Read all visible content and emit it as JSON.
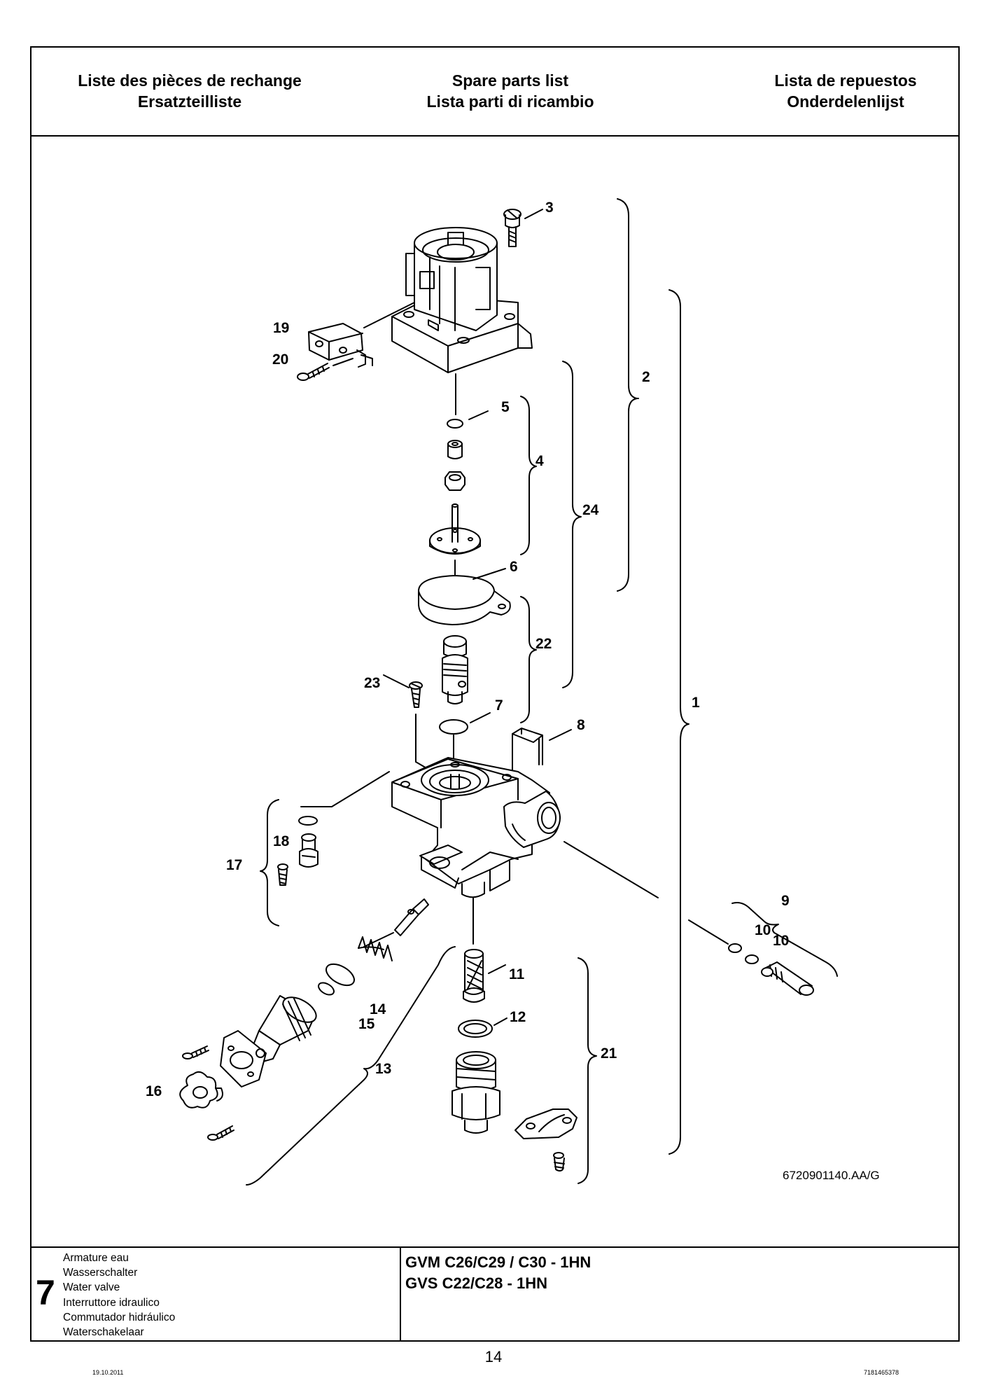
{
  "header": {
    "col1": [
      "Liste des pièces de rechange",
      "Ersatzteilliste"
    ],
    "col2": [
      "Spare parts list",
      "Lista parti di ricambio"
    ],
    "col3": [
      "Lista de repuestos",
      "Onderdelenlijst"
    ]
  },
  "drawing": {
    "reference": "6720901140.AA/G",
    "labels": {
      "p1": "1",
      "p2": "2",
      "p3": "3",
      "p4": "4",
      "p5": "5",
      "p6": "6",
      "p7": "7",
      "p8": "8",
      "p9": "9",
      "p10a": "10",
      "p10b": "10",
      "p11": "11",
      "p12": "12",
      "p13": "13",
      "p14": "14",
      "p15": "15",
      "p16": "16",
      "p17": "17",
      "p18": "18",
      "p19": "19",
      "p20": "20",
      "p21": "21",
      "p22": "22",
      "p23": "23",
      "p24": "24"
    }
  },
  "footer": {
    "section_number": "7",
    "section_names": [
      "Armature eau",
      "Wasserschalter",
      "Water valve",
      "Interruttore idraulico",
      "Commutador hidráulico",
      "Waterschakelaar"
    ],
    "models": [
      "GVM C26/C29 / C30 - 1HN",
      "GVS C22/C28 - 1HN"
    ]
  },
  "page_number": "14",
  "date": "19.10.2011",
  "doc_code": "7181465378"
}
